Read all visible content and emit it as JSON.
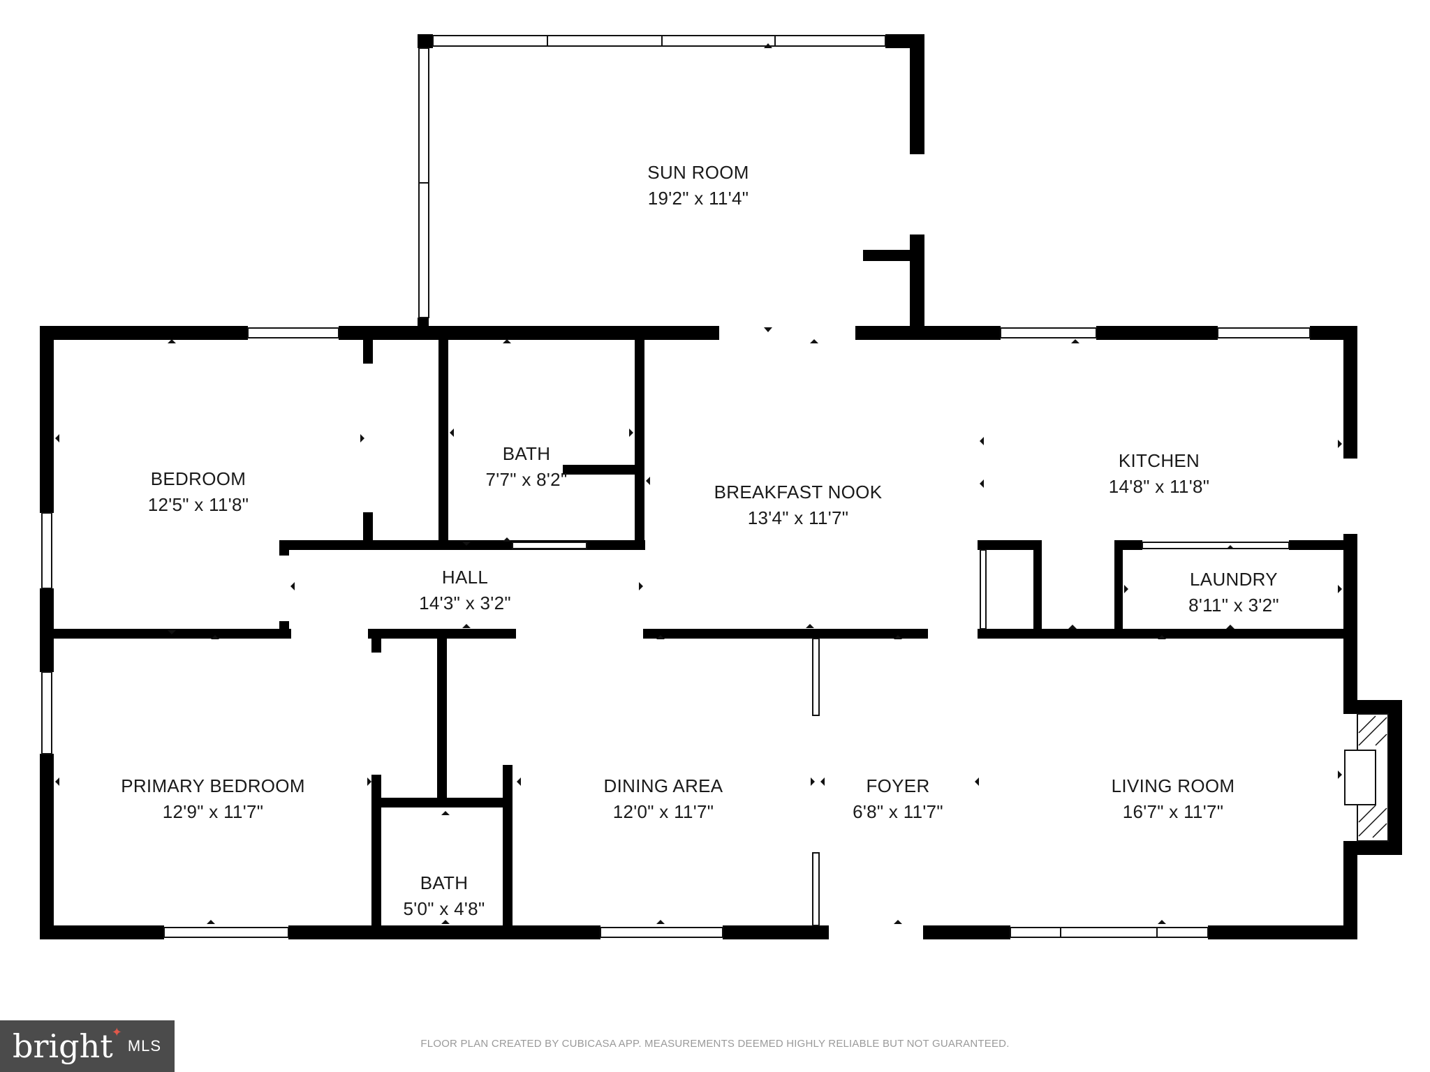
{
  "rooms": {
    "sun_room": {
      "name": "SUN ROOM",
      "dims": "19'2\" x 11'4\""
    },
    "bedroom": {
      "name": "BEDROOM",
      "dims": "12'5\" x 11'8\""
    },
    "bath_upper": {
      "name": "BATH",
      "dims": "7'7\" x 8'2\""
    },
    "breakfast_nook": {
      "name": "BREAKFAST NOOK",
      "dims": "13'4\" x 11'7\""
    },
    "kitchen": {
      "name": "KITCHEN",
      "dims": "14'8\" x 11'8\""
    },
    "hall": {
      "name": "HALL",
      "dims": "14'3\" x 3'2\""
    },
    "laundry": {
      "name": "LAUNDRY",
      "dims": "8'11\" x 3'2\""
    },
    "primary_bedroom": {
      "name": "PRIMARY BEDROOM",
      "dims": "12'9\" x 11'7\""
    },
    "dining_area": {
      "name": "DINING AREA",
      "dims": "12'0\" x 11'7\""
    },
    "foyer": {
      "name": "FOYER",
      "dims": "6'8\" x 11'7\""
    },
    "living_room": {
      "name": "LIVING ROOM",
      "dims": "16'7\" x 11'7\""
    },
    "bath_lower": {
      "name": "BATH",
      "dims": "5'0\" x 4'8\""
    }
  },
  "footer": {
    "disclaimer": "FLOOR PLAN CREATED BY CUBICASA APP. MEASUREMENTS DEEMED HIGHLY RELIABLE BUT NOT GUARANTEED.",
    "brand": "bright",
    "mls": "MLS"
  },
  "colors": {
    "wall": "#000000",
    "badge": "#4b4b4b",
    "brand_accent": "#e0584a"
  }
}
